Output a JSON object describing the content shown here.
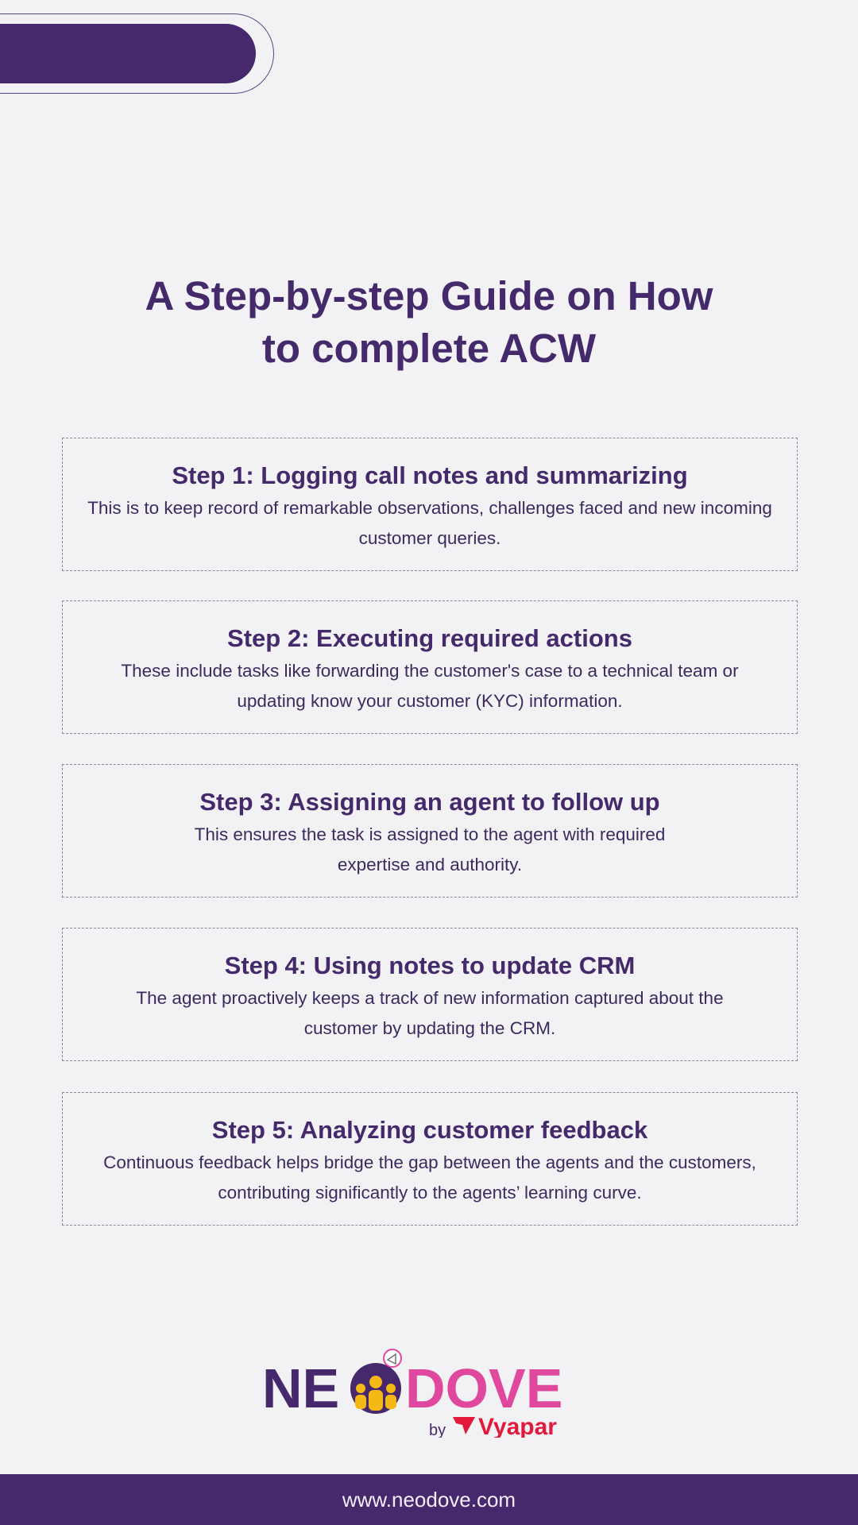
{
  "title_line1": "A Step-by-step Guide on How",
  "title_line2": "to complete ACW",
  "steps": [
    {
      "heading": "Step 1: Logging call notes and summarizing",
      "body": "This is to keep record of remarkable observations, challenges faced and new incoming customer queries."
    },
    {
      "heading": "Step 2: Executing required actions",
      "body": "These include tasks like forwarding the customer's case to a technical team or updating know your customer (KYC) information."
    },
    {
      "heading": "Step 3: Assigning an agent to follow up",
      "body": "This ensures the task is assigned to the agent with required expertise and authority."
    },
    {
      "heading": "Step 4: Using notes to update CRM",
      "body": "The agent proactively keeps a track of new information captured about the customer by updating the CRM."
    },
    {
      "heading": "Step 5: Analyzing customer feedback",
      "body": "Continuous feedback helps bridge the gap between the agents and the customers, contributing significantly to the agents’ learning curve."
    }
  ],
  "logo": {
    "neo": "NE",
    "dove": "DOVE",
    "by": "by",
    "vyapar": "Vyapar"
  },
  "footer_url": "www.neodove.com",
  "colors": {
    "primary": "#46286c",
    "pink": "#e0489e",
    "yellow": "#f5b915",
    "red": "#e3193b",
    "background": "#f2f2f4"
  }
}
